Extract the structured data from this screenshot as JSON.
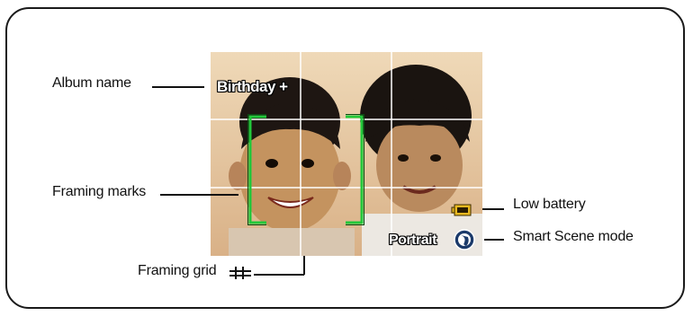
{
  "callouts": {
    "album_name": "Album name",
    "framing_marks": "Framing marks",
    "framing_grid": "Framing grid",
    "low_battery": "Low battery",
    "smart_scene_mode": "Smart Scene mode"
  },
  "screen": {
    "album_text": "Birthday +",
    "mode_text": "Portrait"
  },
  "icons": {
    "framing_grid": "hash-grid-icon",
    "battery": "low-battery-icon",
    "scene": "smart-scene-icon"
  },
  "colors": {
    "framing_marks": "#22c83a",
    "battery": "#e8b820",
    "grid_lines": "#ffffff"
  }
}
